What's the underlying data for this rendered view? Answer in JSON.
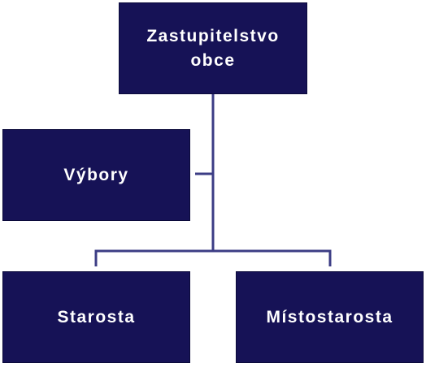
{
  "colors": {
    "box_fill": "#161256",
    "box_border": "#0b0a3a",
    "connector": "#3c3d85"
  },
  "nodes": {
    "root": {
      "label": "Zastupitelstvo\nobce"
    },
    "vybory": {
      "label": "Výbory"
    },
    "starosta": {
      "label": "Starosta"
    },
    "mistostarosta": {
      "label": "Místostarosta"
    }
  }
}
